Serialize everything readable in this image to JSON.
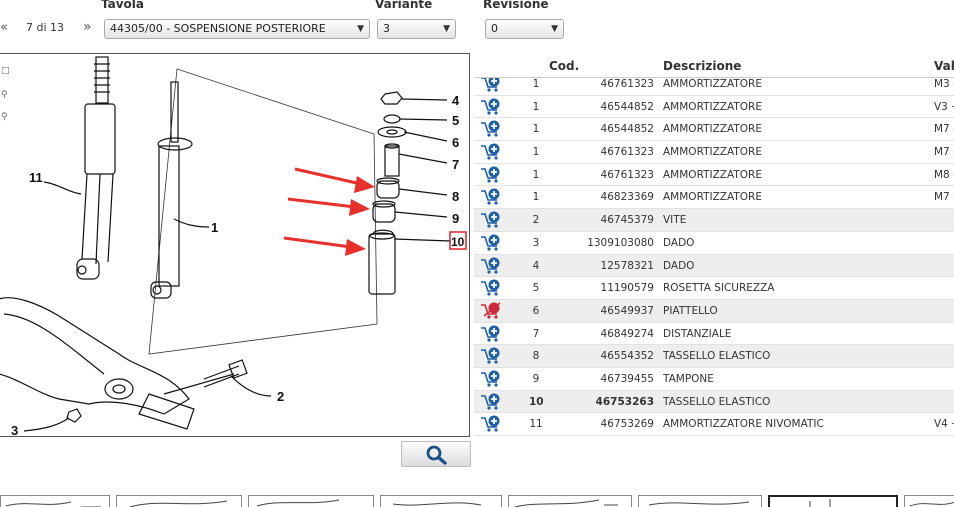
{
  "filters": {
    "tavola_label": "Tavola",
    "variante_label": "Variante",
    "revisione_label": "Revisione",
    "pager_prev": "«",
    "pager_text": "7 di 13",
    "pager_next": "»",
    "tavola_value": "44305/00 - SOSPENSIONE POSTERIORE",
    "variante_value": "3",
    "revisione_value": "0"
  },
  "diagram": {
    "callouts": [
      "11",
      "1",
      "2",
      "3",
      "4",
      "5",
      "6",
      "7",
      "8",
      "9",
      "10"
    ],
    "highlighted_callout": "10",
    "arrow_color": "#e8302a",
    "highlight_color": "#e0202a"
  },
  "table": {
    "headers": {
      "qty": "",
      "code": "Cod.",
      "desc": "Descrizione",
      "var": "Val"
    },
    "rows": [
      {
        "qty": "1",
        "code": "46761323",
        "desc": "AMMORTIZZATORE",
        "var": "M3 -",
        "cart": "cart-add-icon",
        "alt": false,
        "bold": false
      },
      {
        "qty": "1",
        "code": "46544852",
        "desc": "AMMORTIZZATORE",
        "var": "V3 +",
        "cart": "cart-add-icon",
        "alt": false,
        "bold": false
      },
      {
        "qty": "1",
        "code": "46544852",
        "desc": "AMMORTIZZATORE",
        "var": "M7 -",
        "cart": "cart-add-icon",
        "alt": false,
        "bold": false
      },
      {
        "qty": "1",
        "code": "46761323",
        "desc": "AMMORTIZZATORE",
        "var": "M7 -",
        "cart": "cart-add-icon",
        "alt": false,
        "bold": false
      },
      {
        "qty": "1",
        "code": "46761323",
        "desc": "AMMORTIZZATORE",
        "var": "M8 -",
        "cart": "cart-add-icon",
        "alt": false,
        "bold": false
      },
      {
        "qty": "1",
        "code": "46823369",
        "desc": "AMMORTIZZATORE",
        "var": "M7 -",
        "cart": "cart-add-icon",
        "alt": false,
        "bold": false
      },
      {
        "qty": "2",
        "code": "46745379",
        "desc": "VITE",
        "var": "",
        "cart": "cart-add-icon",
        "alt": true,
        "bold": false
      },
      {
        "qty": "3",
        "code": "1309103080",
        "desc": "DADO",
        "var": "",
        "cart": "cart-add-icon",
        "alt": false,
        "bold": false
      },
      {
        "qty": "4",
        "code": "12578321",
        "desc": "DADO",
        "var": "",
        "cart": "cart-add-icon",
        "alt": true,
        "bold": false
      },
      {
        "qty": "5",
        "code": "11190579",
        "desc": "ROSETTA SICUREZZA",
        "var": "",
        "cart": "cart-add-icon",
        "alt": false,
        "bold": false
      },
      {
        "qty": "6",
        "code": "46549937",
        "desc": "PIATTELLO",
        "var": "",
        "cart": "cart-unavailable-icon",
        "alt": true,
        "bold": false
      },
      {
        "qty": "7",
        "code": "46849274",
        "desc": "DISTANZIALE",
        "var": "",
        "cart": "cart-add-icon",
        "alt": false,
        "bold": false
      },
      {
        "qty": "8",
        "code": "46554352",
        "desc": "TASSELLO ELASTICO",
        "var": "",
        "cart": "cart-add-icon",
        "alt": true,
        "bold": false
      },
      {
        "qty": "9",
        "code": "46739455",
        "desc": "TAMPONE",
        "var": "",
        "cart": "cart-add-icon",
        "alt": false,
        "bold": false
      },
      {
        "qty": "10",
        "code": "46753263",
        "desc": "TASSELLO ELASTICO",
        "var": "",
        "cart": "cart-add-icon",
        "alt": true,
        "bold": true
      },
      {
        "qty": "11",
        "code": "46753269",
        "desc": "AMMORTIZZATORE NIVOMATIC",
        "var": "V4 +",
        "cart": "cart-add-icon",
        "alt": false,
        "bold": false
      }
    ]
  },
  "colors": {
    "cart_blue": "#1d5fa8",
    "cart_red": "#d0283a",
    "row_alt": "#eeeeee"
  }
}
